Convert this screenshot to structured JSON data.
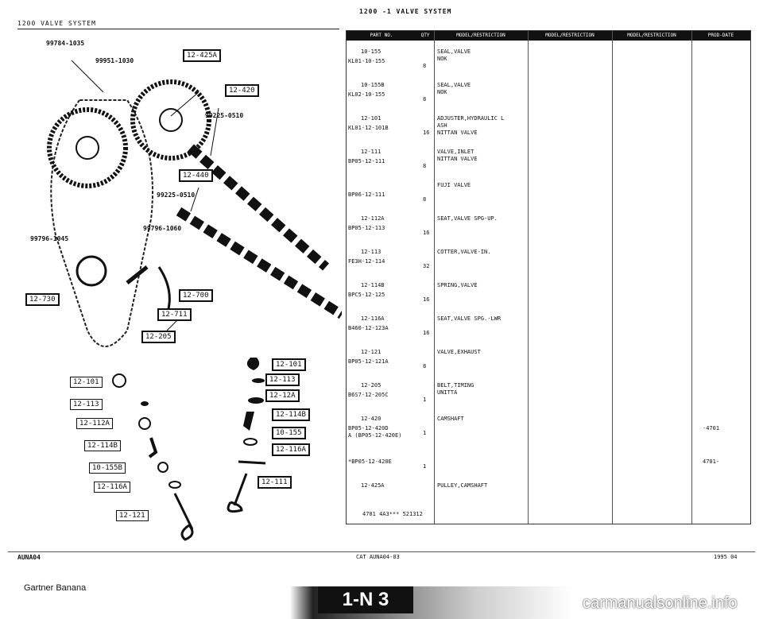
{
  "header": {
    "section_left": "1200   VALVE SYSTEM",
    "section_center": "1200 -1    VALVE SYSTEM"
  },
  "diagram": {
    "callouts": [
      "99784-1035",
      "99951-1030",
      "99225-0510",
      "99225-0510",
      "99796-1060",
      "99796-1045"
    ],
    "ref_boxes": [
      "12-425A",
      "12-420",
      "12-440",
      "12-700",
      "12-730",
      "12-711",
      "12-205"
    ],
    "legend_left": [
      "12-101",
      "12-113",
      "12-112A",
      "12-114B",
      "10-155B",
      "12-116A",
      "12-121"
    ],
    "legend_right": [
      "12-101",
      "12-113",
      "12-12A",
      "12-114B",
      "10-155",
      "12-116A",
      "12-111"
    ]
  },
  "table": {
    "headers": [
      "PART NO.",
      "QTY",
      "MODEL/RESTRICTION",
      "MODEL/RESTRICTION",
      "MODEL/RESTRICTION",
      "PROD-DATE"
    ],
    "rows": [
      {
        "ref": "10-155",
        "part": "KL01-10-155",
        "qty": "8",
        "desc": [
          "SEAL,VALVE",
          "NOK"
        ]
      },
      {
        "ref": "10-155B",
        "part": "KL02-10-155",
        "qty": "8",
        "desc": [
          "SEAL,VALVE",
          "NOK"
        ]
      },
      {
        "ref": "12-101",
        "part": "KL01-12-101B",
        "qty": "16",
        "desc": [
          "ADJUSTER,HYDRAULIC L",
          "ASH",
          "NITTAN VALVE"
        ]
      },
      {
        "ref": "12-111",
        "part": "BP05-12-111",
        "qty": "8",
        "desc": [
          "VALVE,INLET",
          "NITTAN VALVE"
        ]
      },
      {
        "ref": "",
        "part": "BP06-12-111",
        "qty": "8",
        "desc": [
          "FUJI VALVE"
        ]
      },
      {
        "ref": "12-112A",
        "part": "BP05-12-113",
        "qty": "16",
        "desc": [
          "SEAT,VALVE SPG-UP."
        ]
      },
      {
        "ref": "12-113",
        "part": "FE3H-12-114",
        "qty": "32",
        "desc": [
          "COTTER,VALVE-IN."
        ]
      },
      {
        "ref": "12-114B",
        "part": "BPC5-12-125",
        "qty": "16",
        "desc": [
          "SPRING,VALVE"
        ]
      },
      {
        "ref": "12-116A",
        "part": "B460-12-123A",
        "qty": "16",
        "desc": [
          "SEAT,VALVE SPG.-LWR"
        ]
      },
      {
        "ref": "12-121",
        "part": "BP05-12-121A",
        "qty": "8",
        "desc": [
          "VALVE,EXHAUST"
        ]
      },
      {
        "ref": "12-205",
        "part": "B6S7-12-205C",
        "qty": "1",
        "desc": [
          "BELT,TIMING",
          "UNITTA"
        ]
      },
      {
        "ref": "12-420",
        "part": "BP05-12-420D",
        "qty": "1",
        "desc": [
          "CAMSHAFT"
        ],
        "sub": "A (BP05-12-420E)",
        "prod": "-4701"
      },
      {
        "ref": "",
        "part": "*BP05-12-420E",
        "qty": "1",
        "desc": [
          ""
        ],
        "prod": "4701-"
      },
      {
        "ref": "12-425A",
        "part": "",
        "qty": "",
        "desc": [
          "PULLEY,CAMSHAFT"
        ]
      }
    ],
    "footnote": "4701 4A3*** 521312"
  },
  "footer": {
    "left": "AUNA04",
    "code": "CAT  AUNA04-03",
    "date": "1995 04",
    "brand": "Gartner Banana",
    "page": "1-N 3",
    "watermark": "carmanualsonline.info"
  }
}
